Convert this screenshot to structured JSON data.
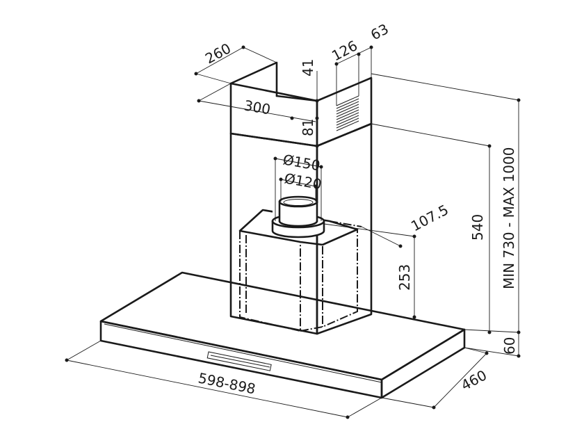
{
  "dimensions": {
    "width_top": "260",
    "width_chimney": "300",
    "outlet_offset_1": "126",
    "outlet_offset_2": "63",
    "top_height_1": "41",
    "top_height_2": "81",
    "outlet_outer": "Ø150",
    "outlet_inner": "Ø120",
    "motor_offset": "107.5",
    "motor_height": "253",
    "chimney_height": "540",
    "total_height": "MIN 730 - MAX 1000",
    "canopy_height": "60",
    "depth": "460",
    "width_range": "598-898"
  }
}
